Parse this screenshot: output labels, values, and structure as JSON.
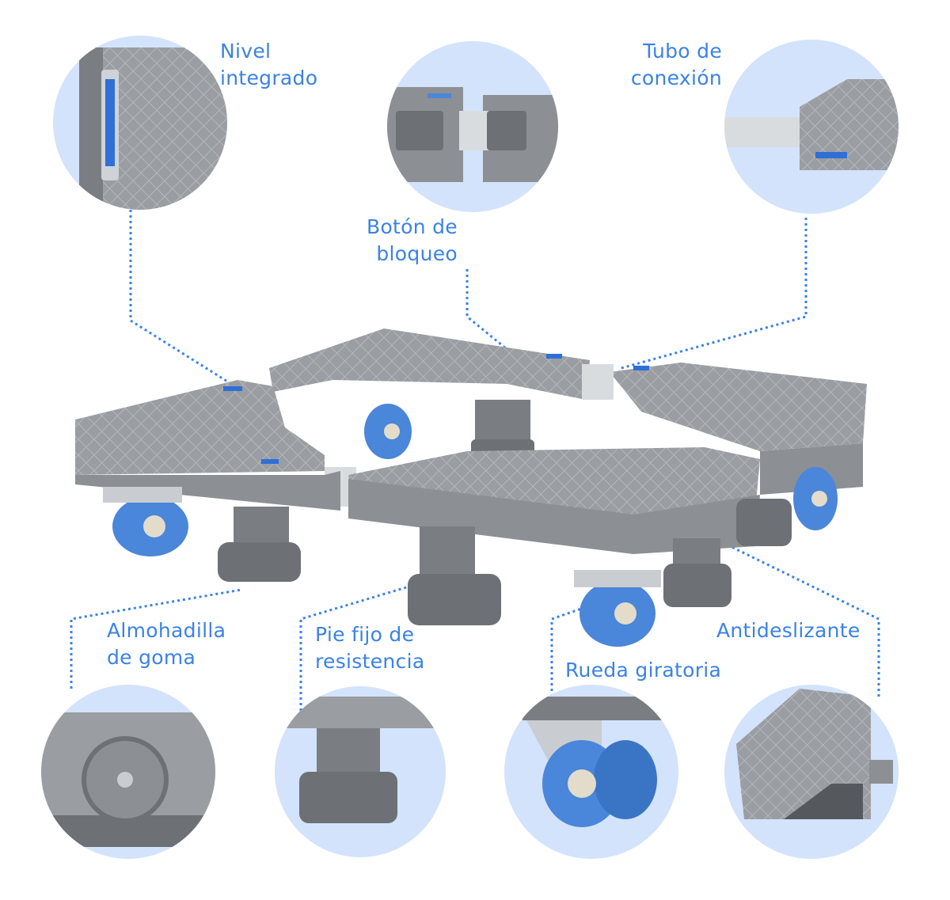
{
  "callouts": [
    {
      "line1": "Nivel",
      "line2": "integrado"
    },
    {
      "line1": "Tubo de",
      "line2": "conexión"
    },
    {
      "line1": "Botón de",
      "line2": "bloqueo"
    },
    {
      "line1": "Almohadilla",
      "line2": "de goma"
    },
    {
      "line1": "Pie fijo de",
      "line2": "resistencia"
    },
    {
      "line1": "Rueda giratoria"
    },
    {
      "line1": "Antideslizante"
    }
  ],
  "colors": {
    "accent": "#3b82e6",
    "circle_bg": "#d3e3fb",
    "plastic": "#8c8f94",
    "plastic_dark": "#6d7075",
    "wheel": "#4a86d9",
    "metal": "#c9ccd1"
  }
}
